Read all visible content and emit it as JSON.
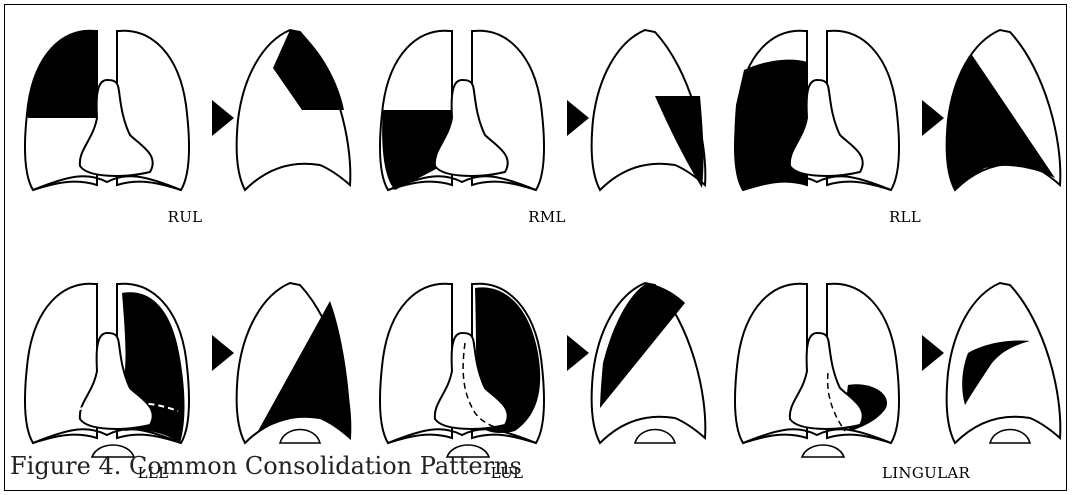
{
  "panels": [
    {
      "id": "rul",
      "label": "RUL"
    },
    {
      "id": "rml",
      "label": "RML"
    },
    {
      "id": "rll",
      "label": "RLL"
    },
    {
      "id": "lll",
      "label": "LLL"
    },
    {
      "id": "lul",
      "label": "LUL"
    },
    {
      "id": "lingular",
      "label": "LINGULAR"
    }
  ],
  "caption": "Figure 4. Common Consolidation Patterns",
  "colors": {
    "consolidation": "#000000",
    "outline": "#000000",
    "background": "#ffffff"
  }
}
